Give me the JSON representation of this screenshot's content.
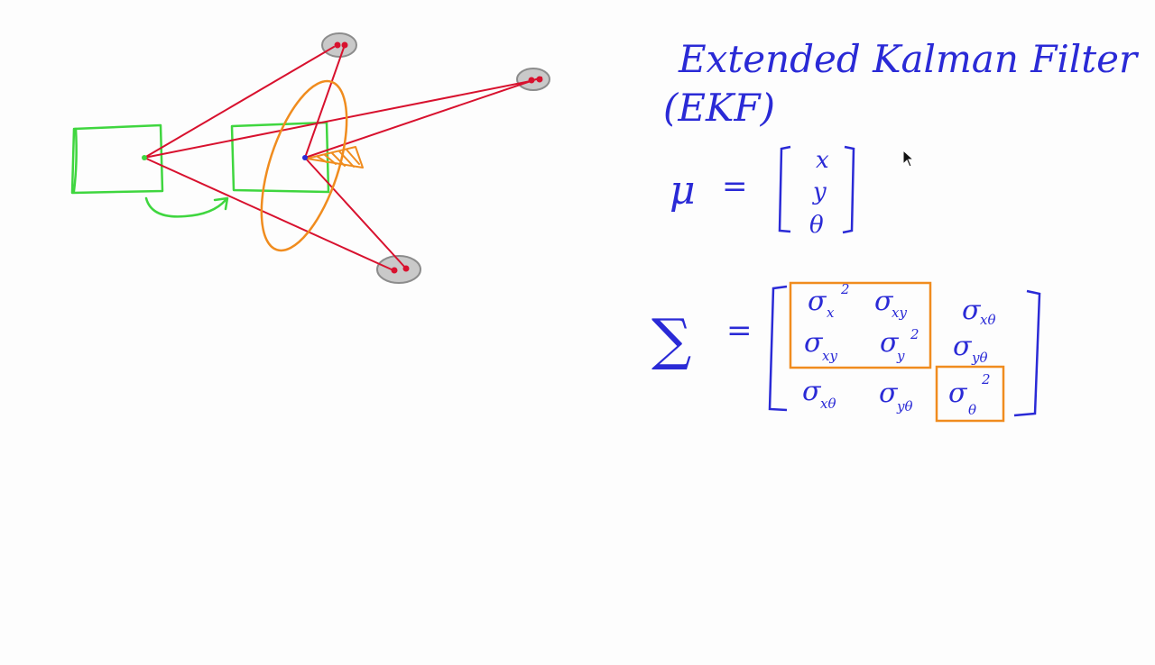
{
  "title": {
    "line1": "Extended Kalman Filter",
    "line2": "(EKF)"
  },
  "mean": {
    "symbol": "μ",
    "equals": "=",
    "entries": [
      "x",
      "y",
      "θ"
    ]
  },
  "covariance": {
    "symbol": "∑",
    "equals": "=",
    "cells": [
      [
        {
          "base": "σ",
          "sub": "x",
          "sup": "2"
        },
        {
          "base": "σ",
          "sub": "xy",
          "sup": ""
        },
        {
          "base": "σ",
          "sub": "xθ",
          "sup": ""
        }
      ],
      [
        {
          "base": "σ",
          "sub": "xy",
          "sup": ""
        },
        {
          "base": "σ",
          "sub": "y",
          "sup": "2"
        },
        {
          "base": "σ",
          "sub": "yθ",
          "sup": ""
        }
      ],
      [
        {
          "base": "σ",
          "sub": "xθ",
          "sup": ""
        },
        {
          "base": "σ",
          "sub": "yθ",
          "sup": ""
        },
        {
          "base": "σ",
          "sub": "θ",
          "sup": "2"
        }
      ]
    ]
  },
  "colors": {
    "ink_blue": "#2a2ad6",
    "robot_green": "#3fd63f",
    "ray_red": "#d8112e",
    "uncertainty_orange": "#f08c1e",
    "landmark_gray": "#9a9a9a"
  },
  "icons": {
    "cursor": "mouse-pointer-icon"
  }
}
